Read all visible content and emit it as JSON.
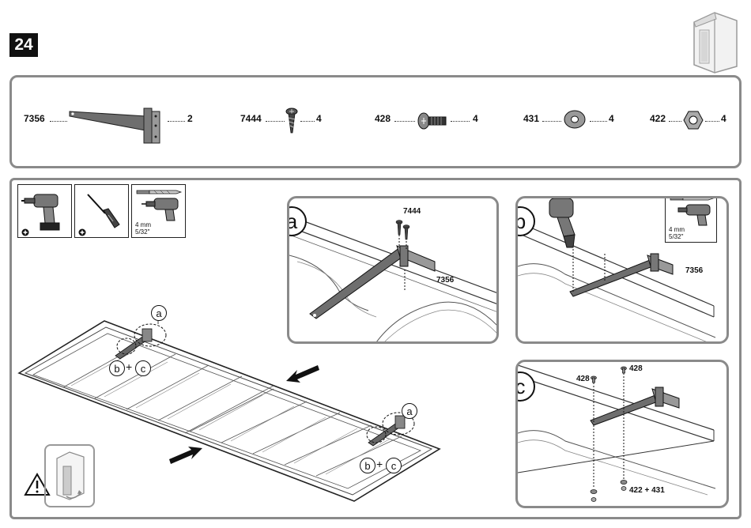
{
  "step": {
    "number": "24"
  },
  "parts": [
    {
      "code": "7356",
      "qty": "2",
      "icon": "t-hinge-icon"
    },
    {
      "code": "7444",
      "qty": "4",
      "icon": "wood-screw-icon"
    },
    {
      "code": "428",
      "qty": "4",
      "icon": "bolt-icon"
    },
    {
      "code": "431",
      "qty": "4",
      "icon": "washer-icon"
    },
    {
      "code": "422",
      "qty": "4",
      "icon": "nut-icon"
    }
  ],
  "tools": {
    "drill_bit_size_mm": "4 mm",
    "drill_bit_size_in": "5/32\""
  },
  "callouts": {
    "a": "a",
    "b": "b",
    "c": "c",
    "plus": "+"
  },
  "detail_a": {
    "screw_code": "7444",
    "hinge_code": "7356"
  },
  "detail_b": {
    "hinge_code": "7356",
    "bit_mm": "4 mm",
    "bit_in": "5/32\""
  },
  "detail_c": {
    "bolt_code_1": "428",
    "bolt_code_2": "428",
    "nut_washer": "422 + 431"
  }
}
